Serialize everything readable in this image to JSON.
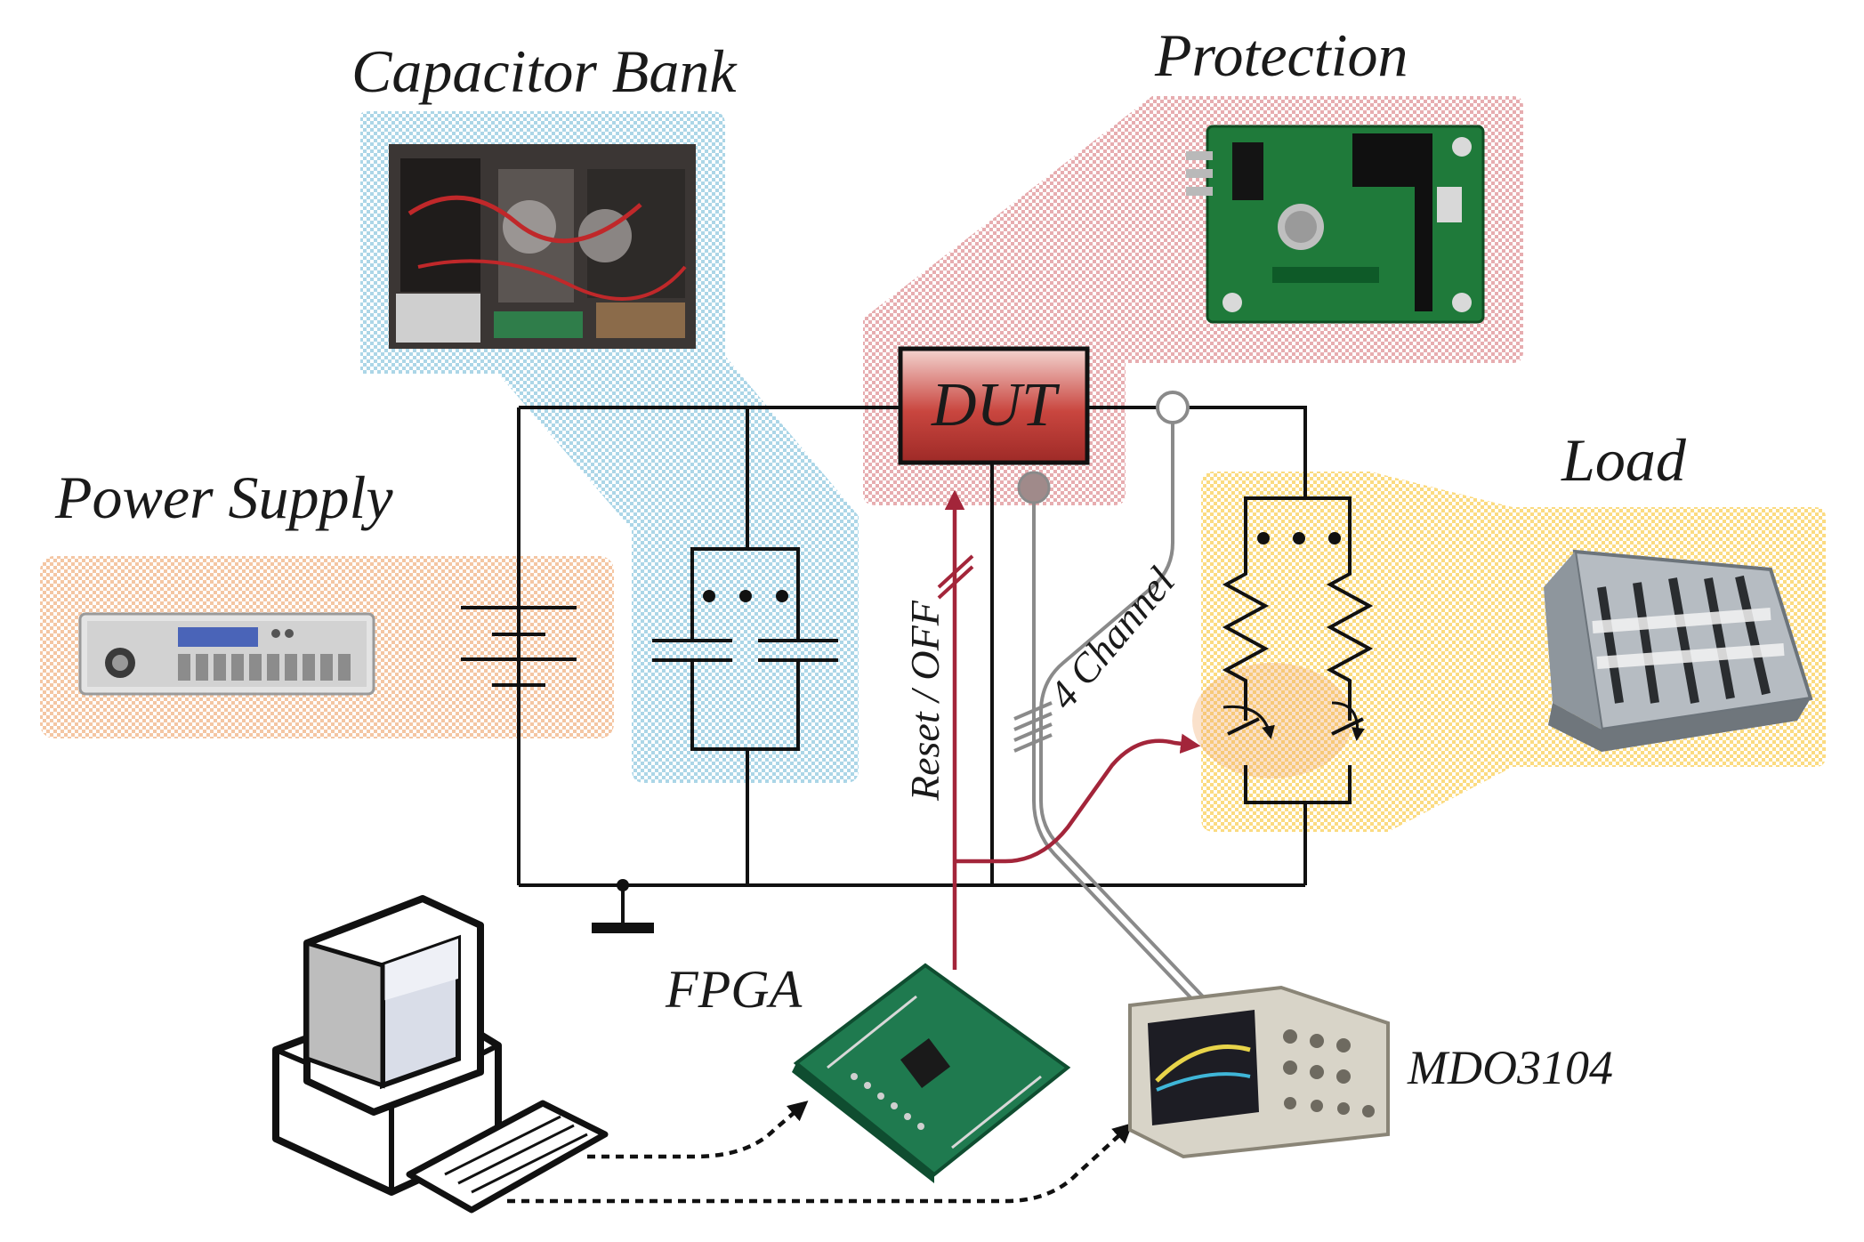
{
  "labels": {
    "capacitor_bank": "Capacitor Bank",
    "protection": "Protection",
    "power_supply": "Power Supply",
    "load": "Load",
    "dut": "DUT",
    "reset_off": "Reset / OFF",
    "four_channel": "4 Channel",
    "fpga": "FPGA",
    "scope_model": "MDO3104"
  },
  "colors": {
    "blue_region": "#a8d4e6",
    "red_region": "#e6a9ac",
    "orange_region": "#f4c6a3",
    "yellow_region": "#fbd97a",
    "dut_fill": "#c9463f",
    "control_signal": "#a3253a",
    "measure_signal": "#8a8a8a",
    "wire": "#111111"
  },
  "icons": {
    "computer": "desktop-computer-icon",
    "fpga_board": "fpga-board-icon",
    "oscilloscope": "oscilloscope-icon",
    "power_supply": "power-supply-unit-icon",
    "capacitor_bank_photo": "capacitor-bank-photo",
    "protection_board": "protection-board-photo",
    "load_box": "resistor-load-box-photo"
  }
}
